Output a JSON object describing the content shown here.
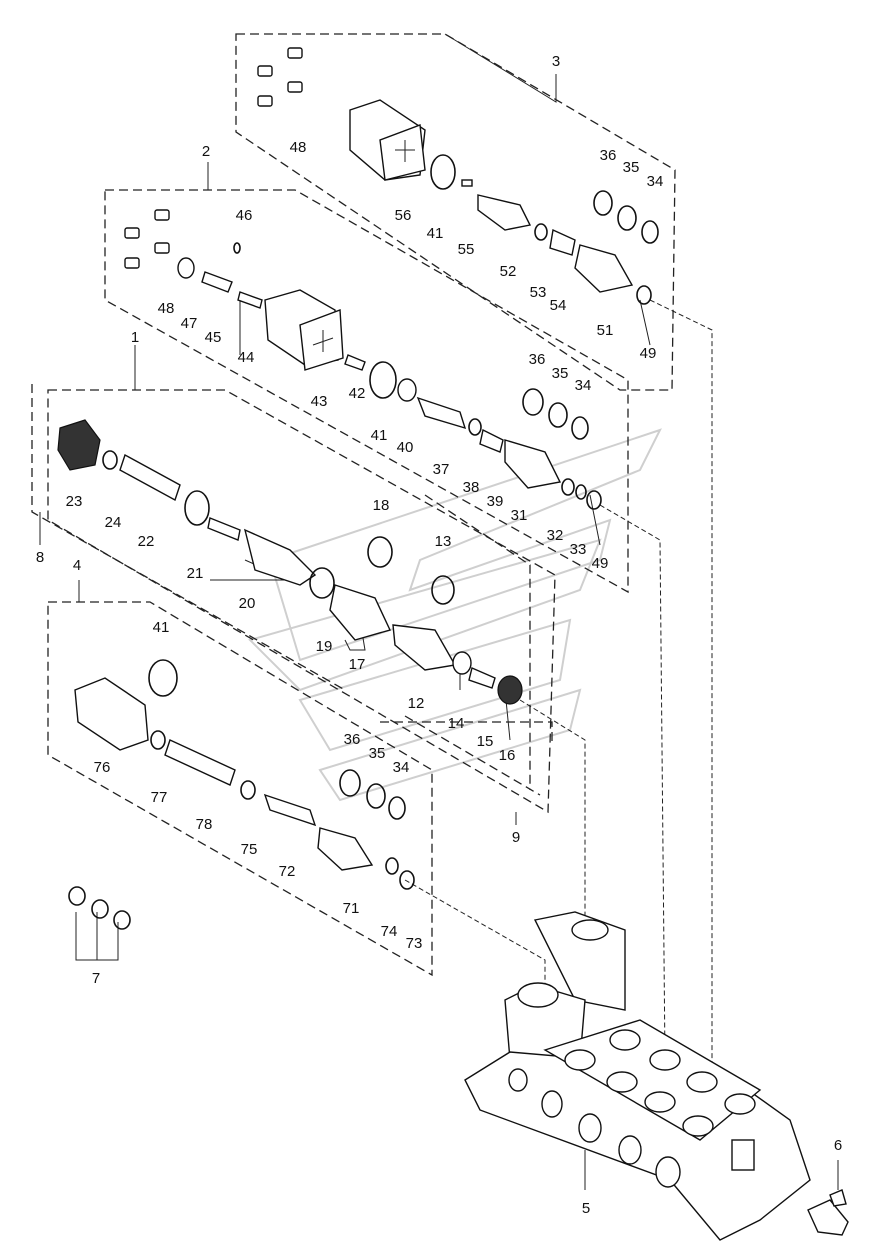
{
  "labels": [
    "1",
    "2",
    "3",
    "4",
    "5",
    "6",
    "7",
    "8",
    "9",
    "12",
    "13",
    "14",
    "15",
    "16",
    "17",
    "18",
    "19",
    "20",
    "21",
    "22",
    "23",
    "24",
    "31",
    "32",
    "33",
    "34",
    "35",
    "36",
    "37",
    "38",
    "39",
    "40",
    "41",
    "42",
    "43",
    "44",
    "45",
    "46",
    "47",
    "48",
    "49",
    "51",
    "52",
    "53",
    "54",
    "55",
    "56",
    "71",
    "72",
    "73",
    "74",
    "75",
    "76",
    "77",
    "78"
  ],
  "diagram": {
    "group1": "1",
    "group2": "2",
    "group3": "3",
    "group4": "4",
    "group8": "8",
    "group9": "9",
    "housing": "5",
    "fitting": "6",
    "shims": "7",
    "g3": {
      "p48": "48",
      "p56": "56",
      "p41": "41",
      "p55": "55",
      "p52": "52",
      "p53": "53",
      "p54": "54",
      "p51": "51",
      "p49": "49",
      "p36": "36",
      "p35": "35",
      "p34": "34"
    },
    "g2": {
      "p46": "46",
      "p48": "48",
      "p47": "47",
      "p45": "45",
      "p44": "44",
      "p43": "43",
      "p42": "42",
      "p41": "41",
      "p40": "40",
      "p37": "37",
      "p38": "38",
      "p39": "39",
      "p31": "31",
      "p32": "32",
      "p33": "33",
      "p49": "49",
      "p36": "36",
      "p35": "35",
      "p34": "34"
    },
    "g1": {
      "p23": "23",
      "p24": "24",
      "p22": "22",
      "p21": "21",
      "p20": "20",
      "p19": "19",
      "p17": "17",
      "p18": "18",
      "p13": "13",
      "p12": "12",
      "p14": "14",
      "p15": "15",
      "p16": "16"
    },
    "g4": {
      "p41": "41",
      "p76": "76",
      "p77": "77",
      "p78": "78",
      "p75": "75",
      "p72": "72",
      "p71": "71",
      "p74": "74",
      "p73": "73",
      "p36": "36",
      "p35": "35",
      "p34": "34"
    }
  }
}
